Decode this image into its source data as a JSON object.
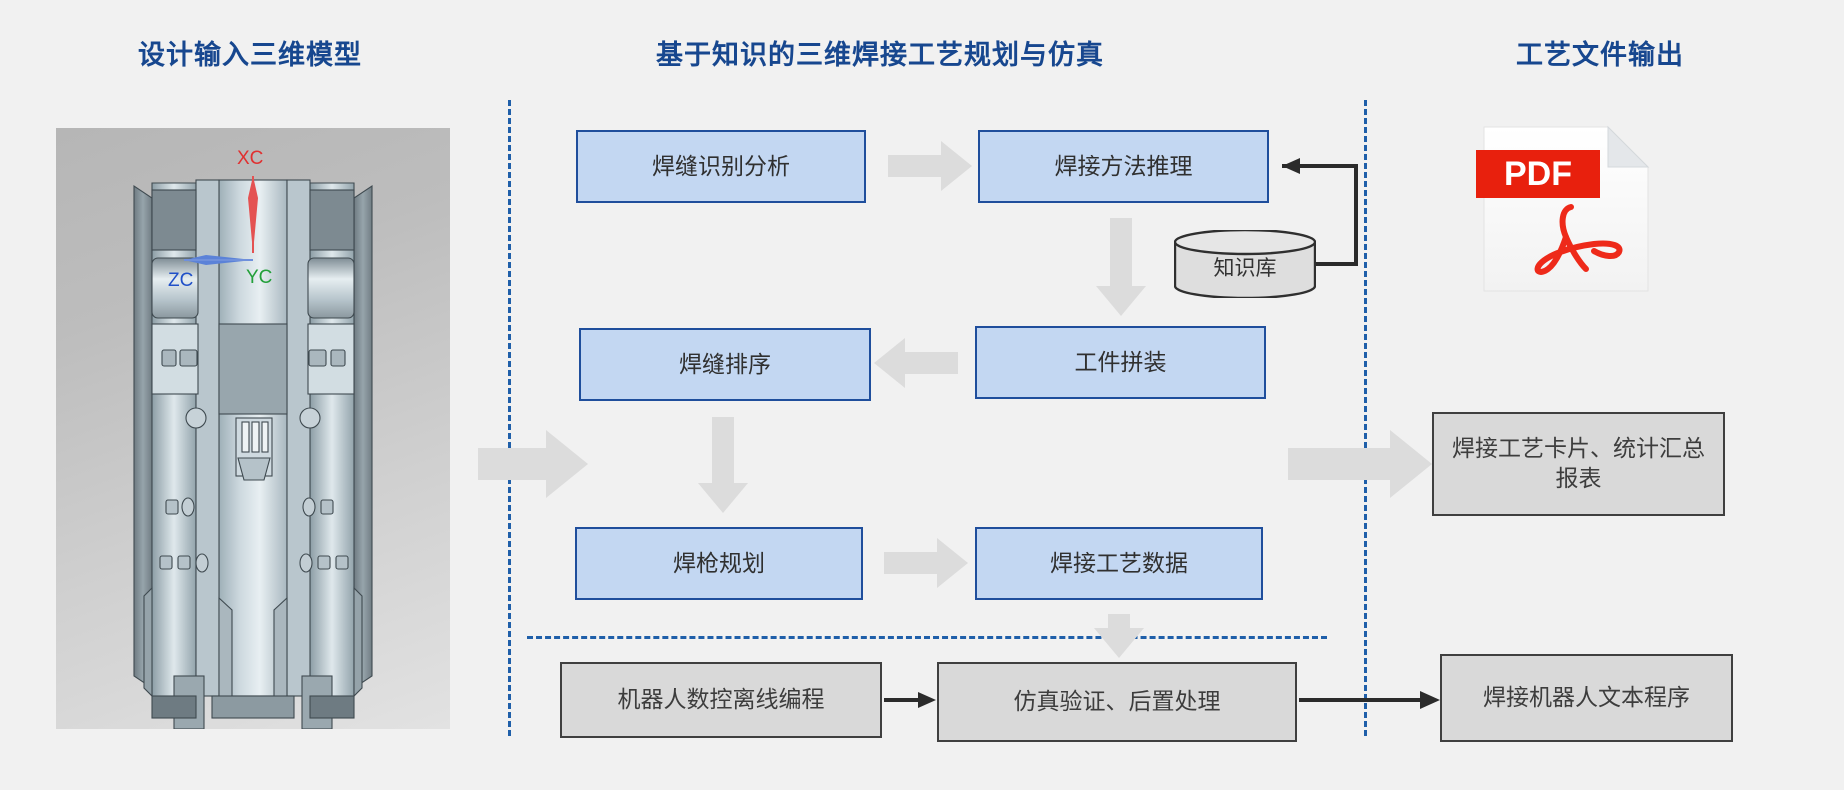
{
  "headings": {
    "left": "设计输入三维模型",
    "center": "基于知识的三维焊接工艺规划与仿真",
    "right": "工艺文件输出"
  },
  "model_panel": {
    "name": "3d-cad-model-viewport",
    "axis_labels": {
      "x": "XC",
      "y": "YC",
      "z": "ZC"
    },
    "axis_colors": {
      "x": "#e03030",
      "y": "#23a03a",
      "z": "#2050c8"
    },
    "background_colors": [
      "#b6b6b6",
      "#e2e2e2"
    ]
  },
  "process_boxes": [
    {
      "id": "seam-identification",
      "label": "焊缝识别分析"
    },
    {
      "id": "welding-method-reasoning",
      "label": "焊接方法推理"
    },
    {
      "id": "seam-sequencing",
      "label": "焊缝排序"
    },
    {
      "id": "workpiece-assembly",
      "label": "工件拼装"
    },
    {
      "id": "torch-planning",
      "label": "焊枪规划"
    },
    {
      "id": "welding-process-data",
      "label": "焊接工艺数据"
    }
  ],
  "knowledge_base": {
    "label": "知识库"
  },
  "bottom_boxes": [
    {
      "id": "robot-offline-programming",
      "label": "机器人数控离线编程"
    },
    {
      "id": "simulation-postprocessing",
      "label": "仿真验证、后置处理"
    }
  ],
  "output_boxes": [
    {
      "id": "process-card-report",
      "label": "焊接工艺卡片、统计汇总报表"
    },
    {
      "id": "robot-text-program",
      "label": "焊接机器人文本程序"
    }
  ],
  "pdf_icon": {
    "label": "PDF",
    "badge_color": "#e8200d",
    "swirl_color": "#ee2a1a"
  },
  "colors": {
    "heading_blue": "#17478f",
    "box_fill_blue": "#c3d7f2",
    "box_border_blue": "#1f4e9c",
    "box_fill_gray": "#d9d9d9",
    "box_border_gray": "#3f3f3f",
    "arrow_gray": "#dcdcdc",
    "dashed_blue": "#1f5fa9",
    "canvas": "#f1f1f1"
  },
  "arrows": [
    {
      "id": "seam-id-to-method",
      "style": "block",
      "direction": "right"
    },
    {
      "id": "method-to-assembly",
      "style": "block",
      "direction": "down"
    },
    {
      "id": "assembly-to-seam-order",
      "style": "block",
      "direction": "left"
    },
    {
      "id": "seam-order-to-torch",
      "style": "block",
      "direction": "down"
    },
    {
      "id": "torch-to-weldparam",
      "style": "block",
      "direction": "right"
    },
    {
      "id": "weldparam-to-simulation",
      "style": "block",
      "direction": "down"
    },
    {
      "id": "input-to-planning",
      "style": "block",
      "direction": "right"
    },
    {
      "id": "planning-to-report",
      "style": "block",
      "direction": "right"
    },
    {
      "id": "kb-to-method",
      "style": "line",
      "direction": "left"
    },
    {
      "id": "offline-to-simulation",
      "style": "line",
      "direction": "right"
    },
    {
      "id": "simulation-to-robotprog",
      "style": "line",
      "direction": "right"
    }
  ]
}
